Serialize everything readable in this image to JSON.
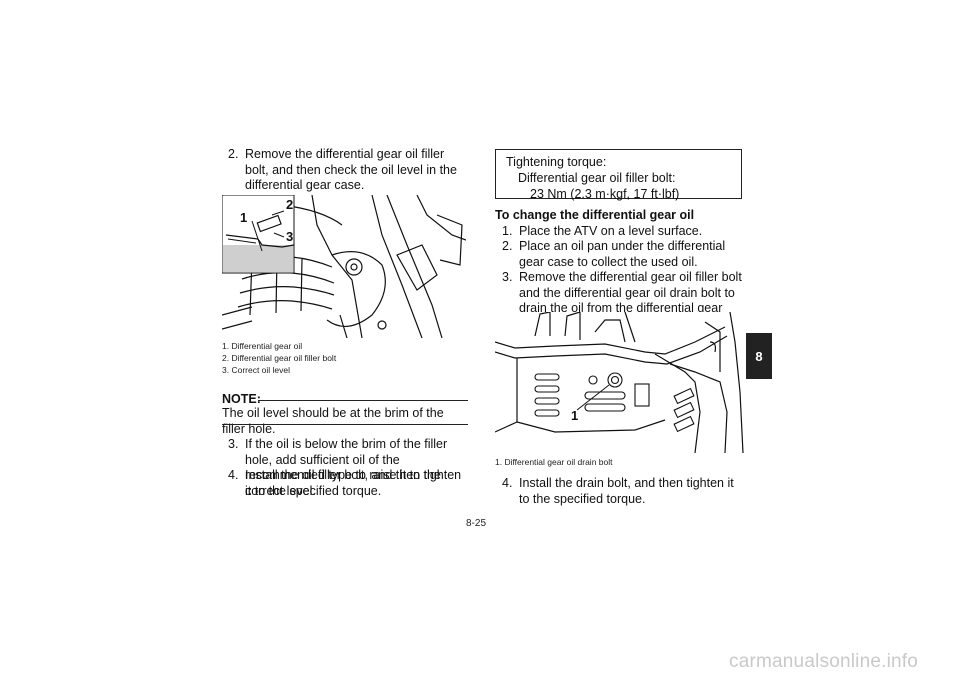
{
  "left": {
    "step2": {
      "num": "2.",
      "text": "Remove the differential gear oil filler bolt, and then check the oil level in the differential gear case."
    },
    "figure1": {
      "callouts": [
        "1",
        "2",
        "3"
      ],
      "captions": [
        "1. Differential gear oil",
        "2. Differential gear oil filler bolt",
        "3. Correct oil level"
      ]
    },
    "note": {
      "label": "NOTE:",
      "text": "The oil level should be at the brim of the filler hole."
    },
    "step3": {
      "num": "3.",
      "text": "If the oil is below the brim of the filler hole, add sufficient oil of the recommended type to raise it to the correct level."
    },
    "step4": {
      "num": "4.",
      "text": "Install the oil filler bolt, and then tighten it to the specified torque."
    }
  },
  "right": {
    "torque": {
      "line1": "Tightening torque:",
      "line2": "Differential gear oil filler bolt:",
      "line3": "23 Nm (2.3 m·kgf, 17 ft·lbf)"
    },
    "heading": "To change the differential gear oil",
    "steps": [
      {
        "num": "1.",
        "text": "Place the ATV on a level surface."
      },
      {
        "num": "2.",
        "text": "Place an oil pan under the differential gear case to collect the used oil."
      },
      {
        "num": "3.",
        "text": "Remove the differential gear oil filler bolt and the differential gear oil drain bolt to drain the oil from the differential gear case."
      }
    ],
    "figure2": {
      "callout": "1",
      "caption": "1. Differential gear oil drain bolt"
    },
    "step4": {
      "num": "4.",
      "text": "Install the drain bolt, and then tighten it to the specified torque."
    }
  },
  "chapter_tab": "8",
  "page_number": "8-25",
  "watermark": "carmanualsonline.info"
}
